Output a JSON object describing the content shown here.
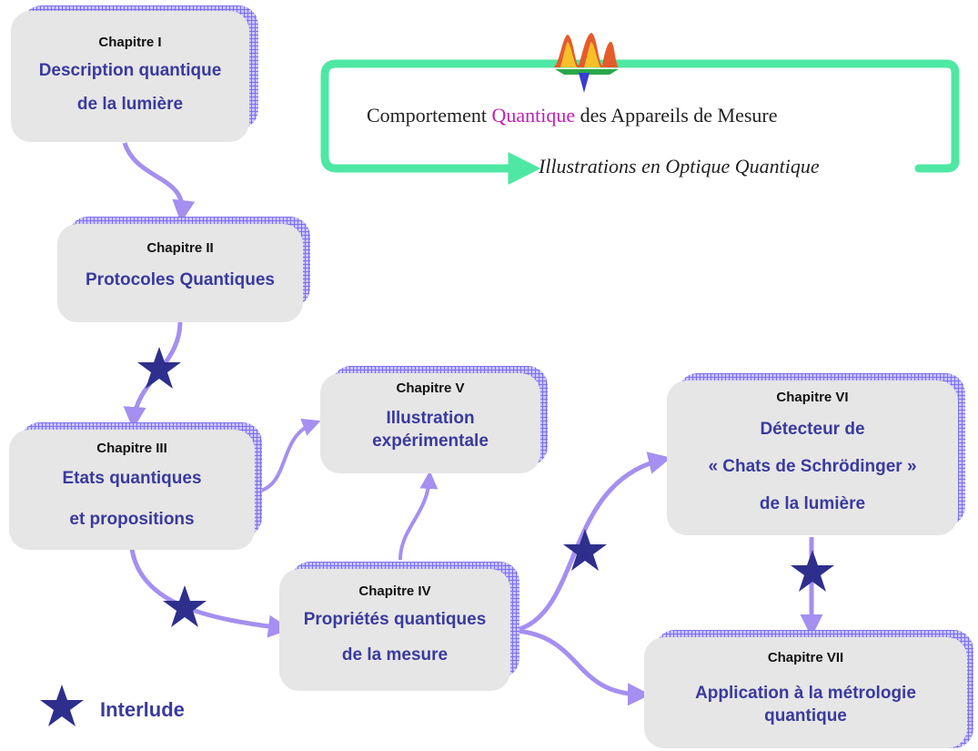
{
  "header": {
    "title_before": "Comportement",
    "title_highlight": "Quantique",
    "title_after": "des Appareils de Mesure",
    "subtitle": "Illustrations en Optique Quantique",
    "colors": {
      "frame": "#4ee8a4",
      "highlight": "#c21fb8"
    }
  },
  "chapters": [
    {
      "label": "Chapitre I",
      "lines": [
        "Description quantique",
        "de la lumière"
      ]
    },
    {
      "label": "Chapitre II",
      "lines": [
        "Protocoles Quantiques"
      ]
    },
    {
      "label": "Chapitre III",
      "lines": [
        "Etats quantiques",
        "et propositions"
      ]
    },
    {
      "label": "Chapitre IV",
      "lines": [
        "Propriétés quantiques",
        "de la mesure"
      ]
    },
    {
      "label": "Chapitre V",
      "lines": [
        "Illustration",
        "expérimentale"
      ]
    },
    {
      "label": "Chapitre VI",
      "lines": [
        "Détecteur de",
        "« Chats de Schrödinger »",
        "de la lumière"
      ]
    },
    {
      "label": "Chapitre VII",
      "lines": [
        "Application à la métrologie",
        "quantique"
      ]
    }
  ],
  "legend": {
    "icon": "star-icon",
    "label": "Interlude"
  },
  "colors": {
    "arrow": "#a58ff0",
    "star": "#2e2f8c",
    "card": "#e6e6e6",
    "chapter_title": "#3a3a9e"
  }
}
